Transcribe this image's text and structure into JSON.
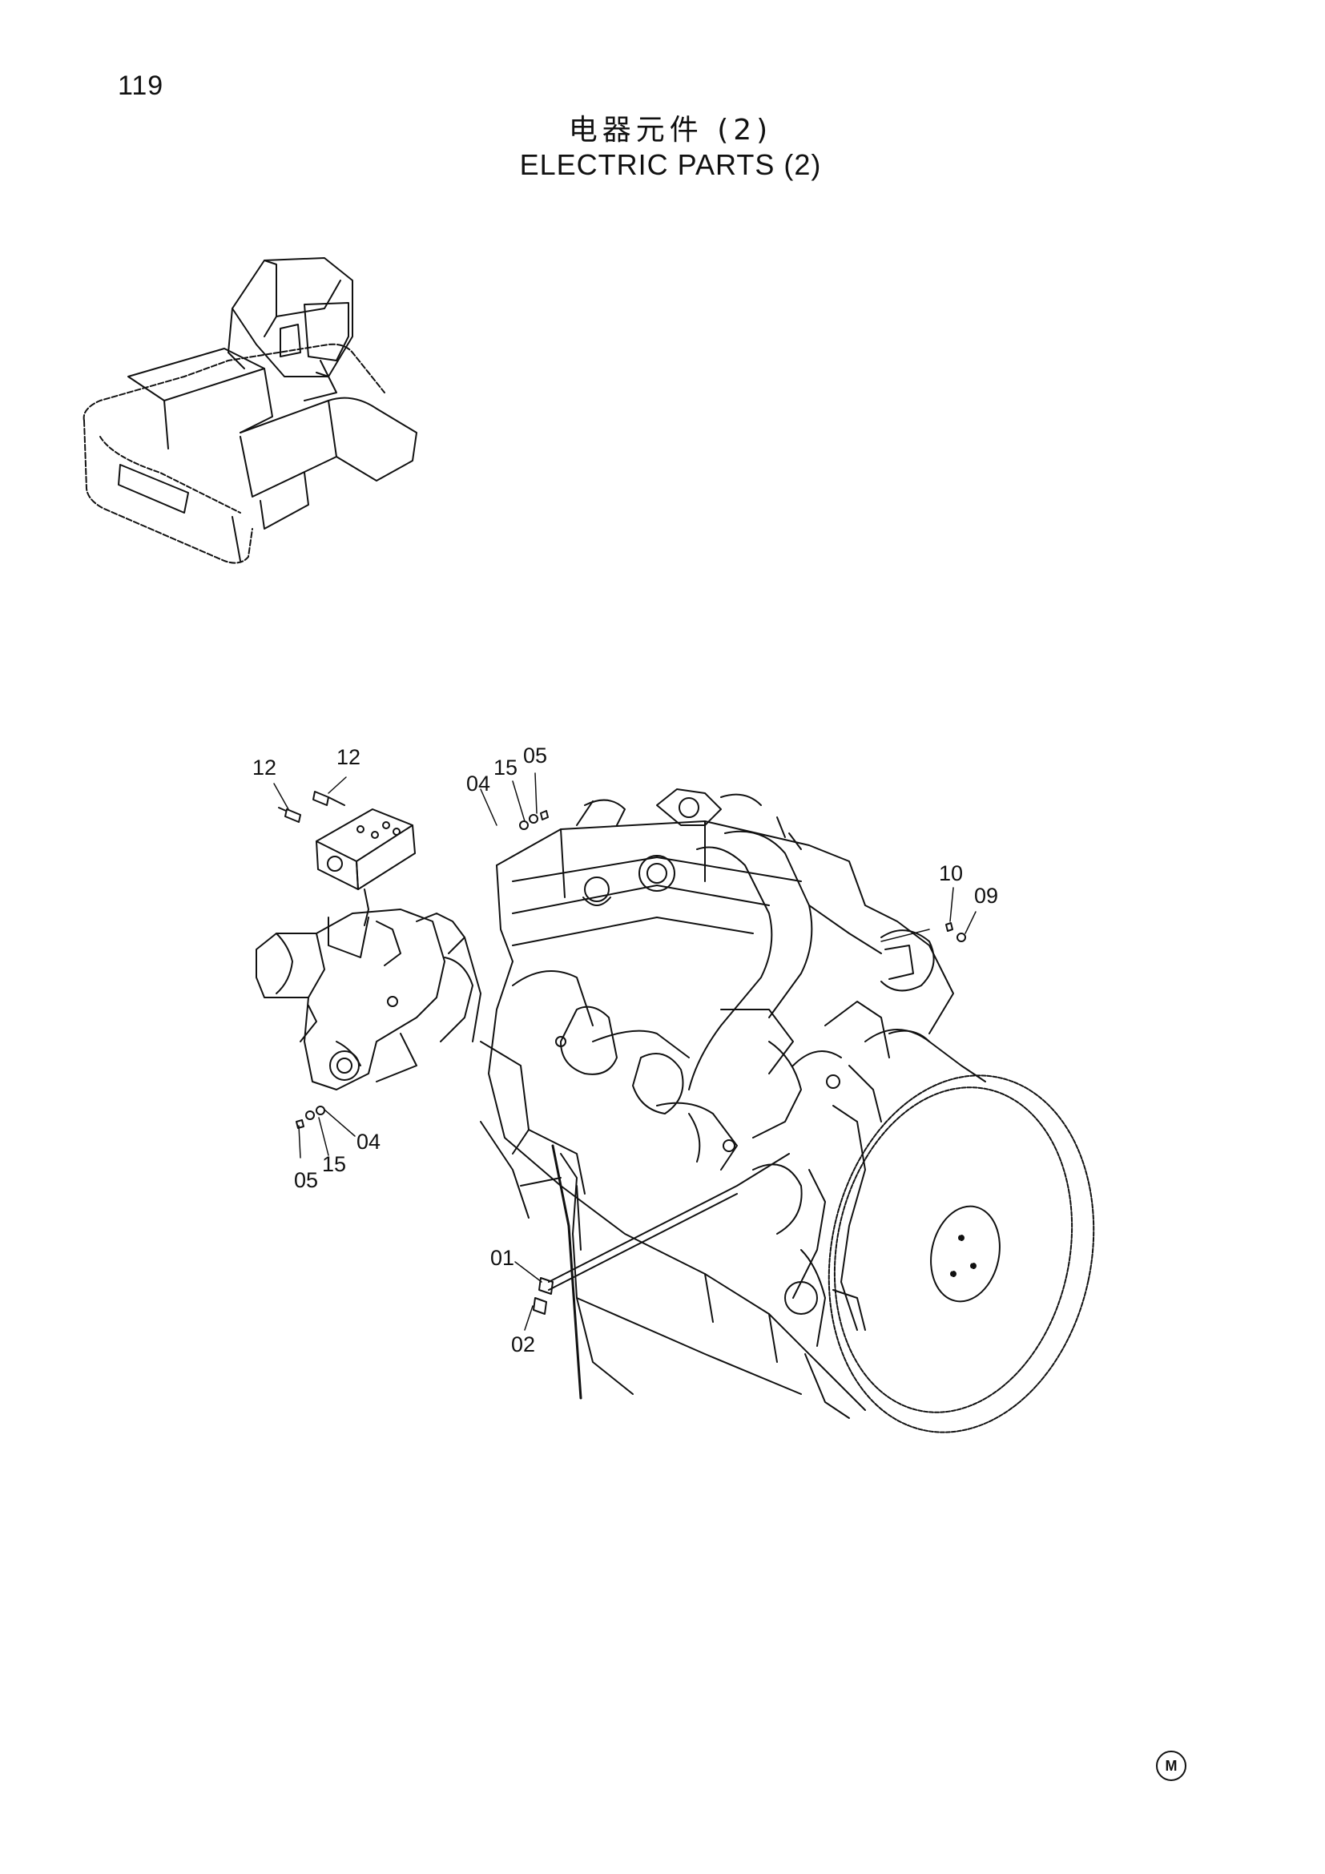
{
  "page": {
    "number": "119"
  },
  "title": {
    "cn": "电器元件 (2)",
    "en": "ELECTRIC PARTS (2)"
  },
  "callouts": [
    {
      "id": "12a",
      "text": "12"
    },
    {
      "id": "12b",
      "text": "12"
    },
    {
      "id": "04a",
      "text": "04"
    },
    {
      "id": "15a",
      "text": "15"
    },
    {
      "id": "05a",
      "text": "05"
    },
    {
      "id": "10",
      "text": "10"
    },
    {
      "id": "09",
      "text": "09"
    },
    {
      "id": "05b",
      "text": "05"
    },
    {
      "id": "15b",
      "text": "15"
    },
    {
      "id": "04b",
      "text": "04"
    },
    {
      "id": "01",
      "text": "01"
    },
    {
      "id": "02",
      "text": "02"
    }
  ],
  "manufacturer_mark": "M"
}
